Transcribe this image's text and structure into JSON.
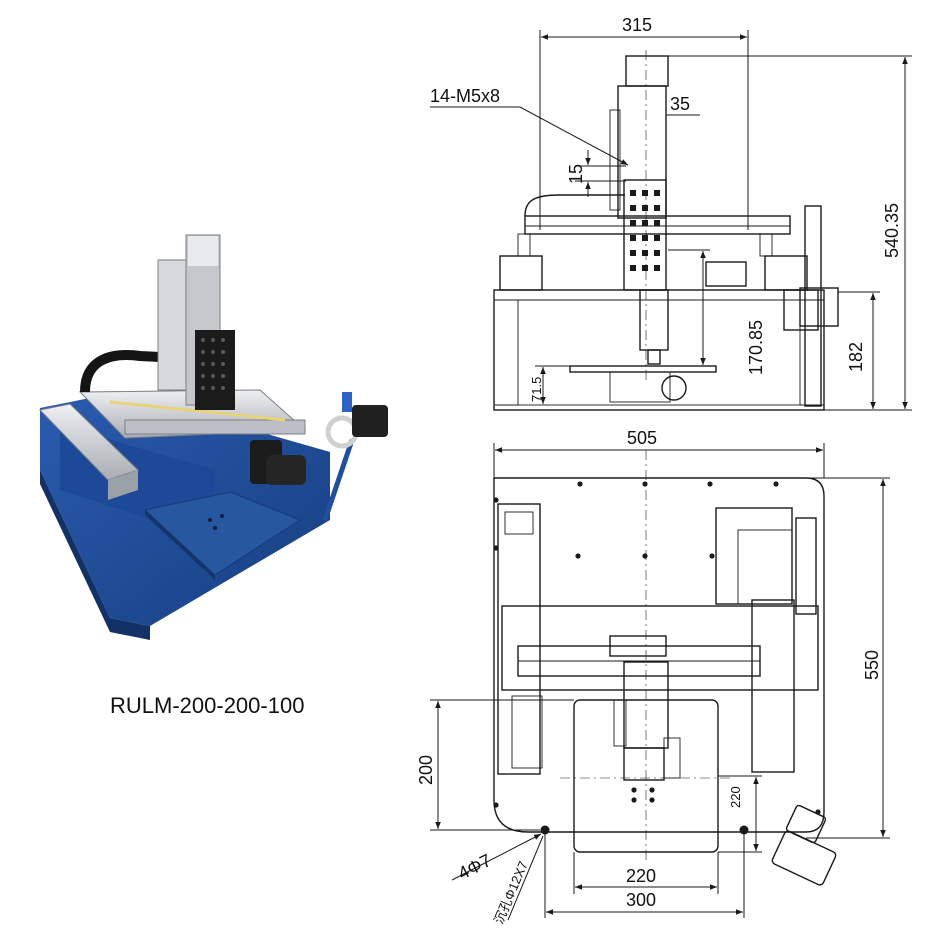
{
  "product_model": "RULM-200-200-100",
  "dimensions": {
    "front_view": {
      "overall_width": "315",
      "mounting_holes": "14-M5x8",
      "head_width": "35",
      "hole_pitch": "15",
      "overall_height": "540.35",
      "stroke_height": "170.85",
      "table_height": "71.5",
      "camera_height": "182"
    },
    "top_view": {
      "base_width": "505",
      "base_depth": "550",
      "table_offset": "200",
      "table_width": "220",
      "table_depth": "220",
      "hole_spacing": "300",
      "base_holes": "4Φ7",
      "counterbore": "沉孔Φ12X7"
    }
  },
  "colors": {
    "machine_base": "#1f4f9e",
    "rail_silver": "#c9ccd1",
    "motor_black": "#1b1b1b"
  }
}
